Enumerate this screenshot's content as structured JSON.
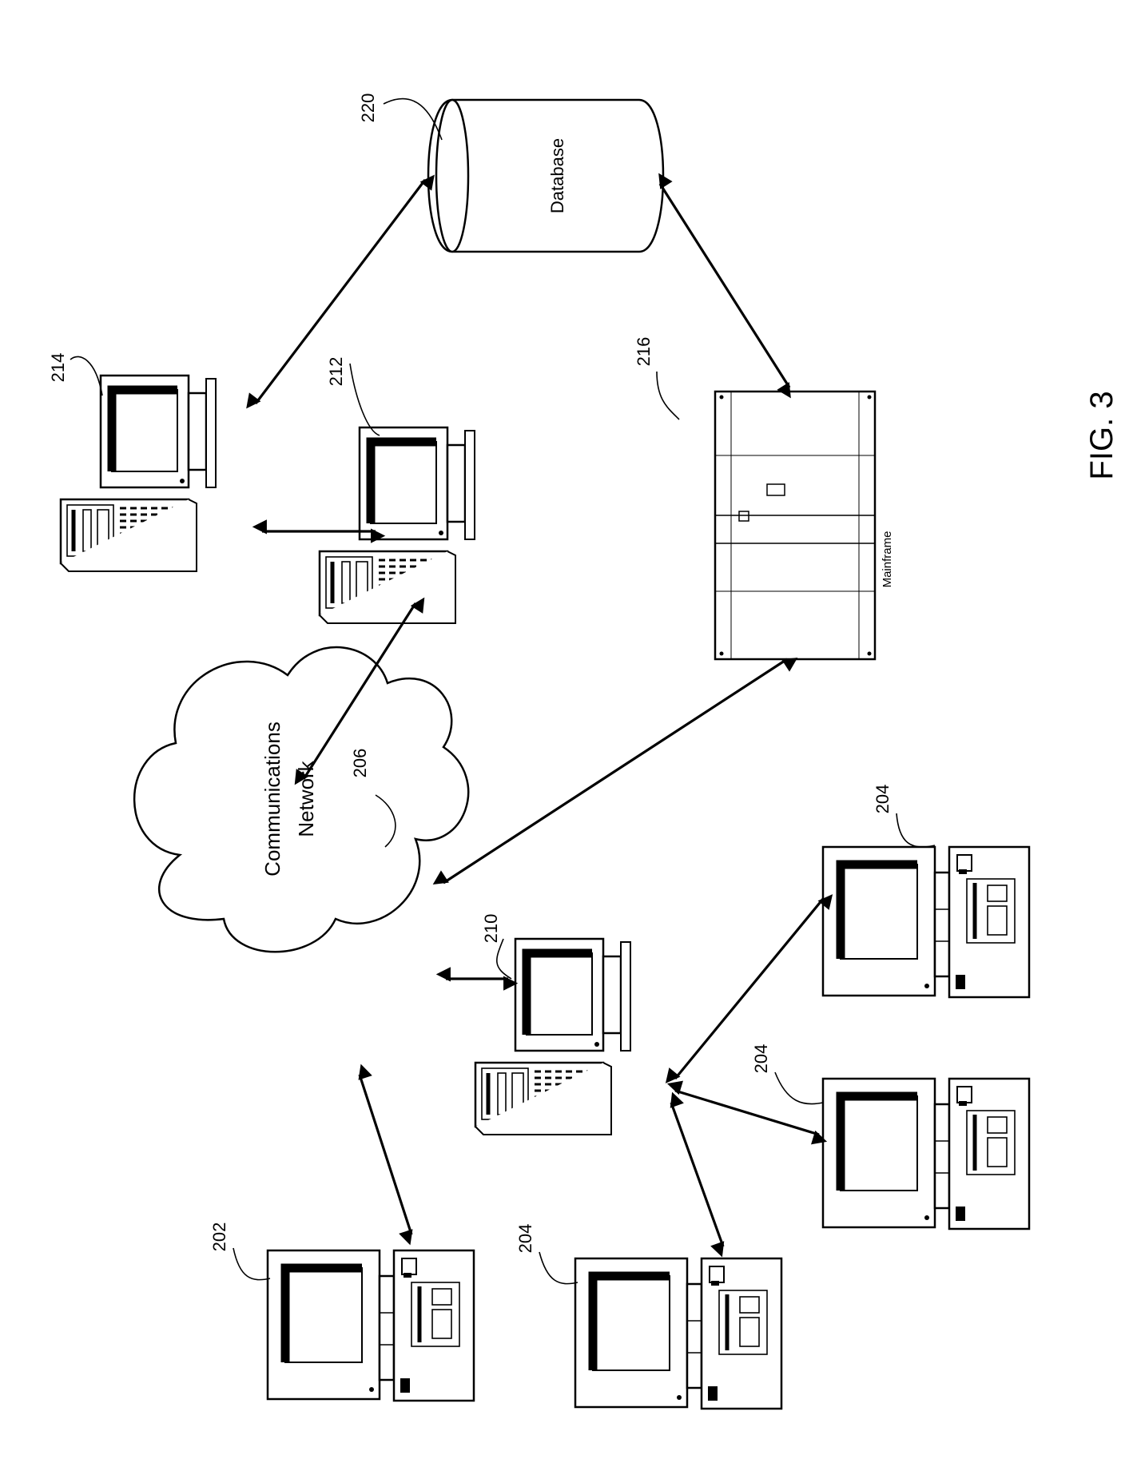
{
  "figure": {
    "caption": "FIG. 3",
    "labels": {
      "database": "Database",
      "mainframe": "Mainframe",
      "network_line1": "Communications",
      "network_line2": "Network"
    },
    "refs": {
      "r220": "220",
      "r214": "214",
      "r212": "212",
      "r216": "216",
      "r206": "206",
      "r210": "210",
      "r202": "202",
      "r204a": "204",
      "r204b": "204",
      "r204c": "204"
    }
  }
}
